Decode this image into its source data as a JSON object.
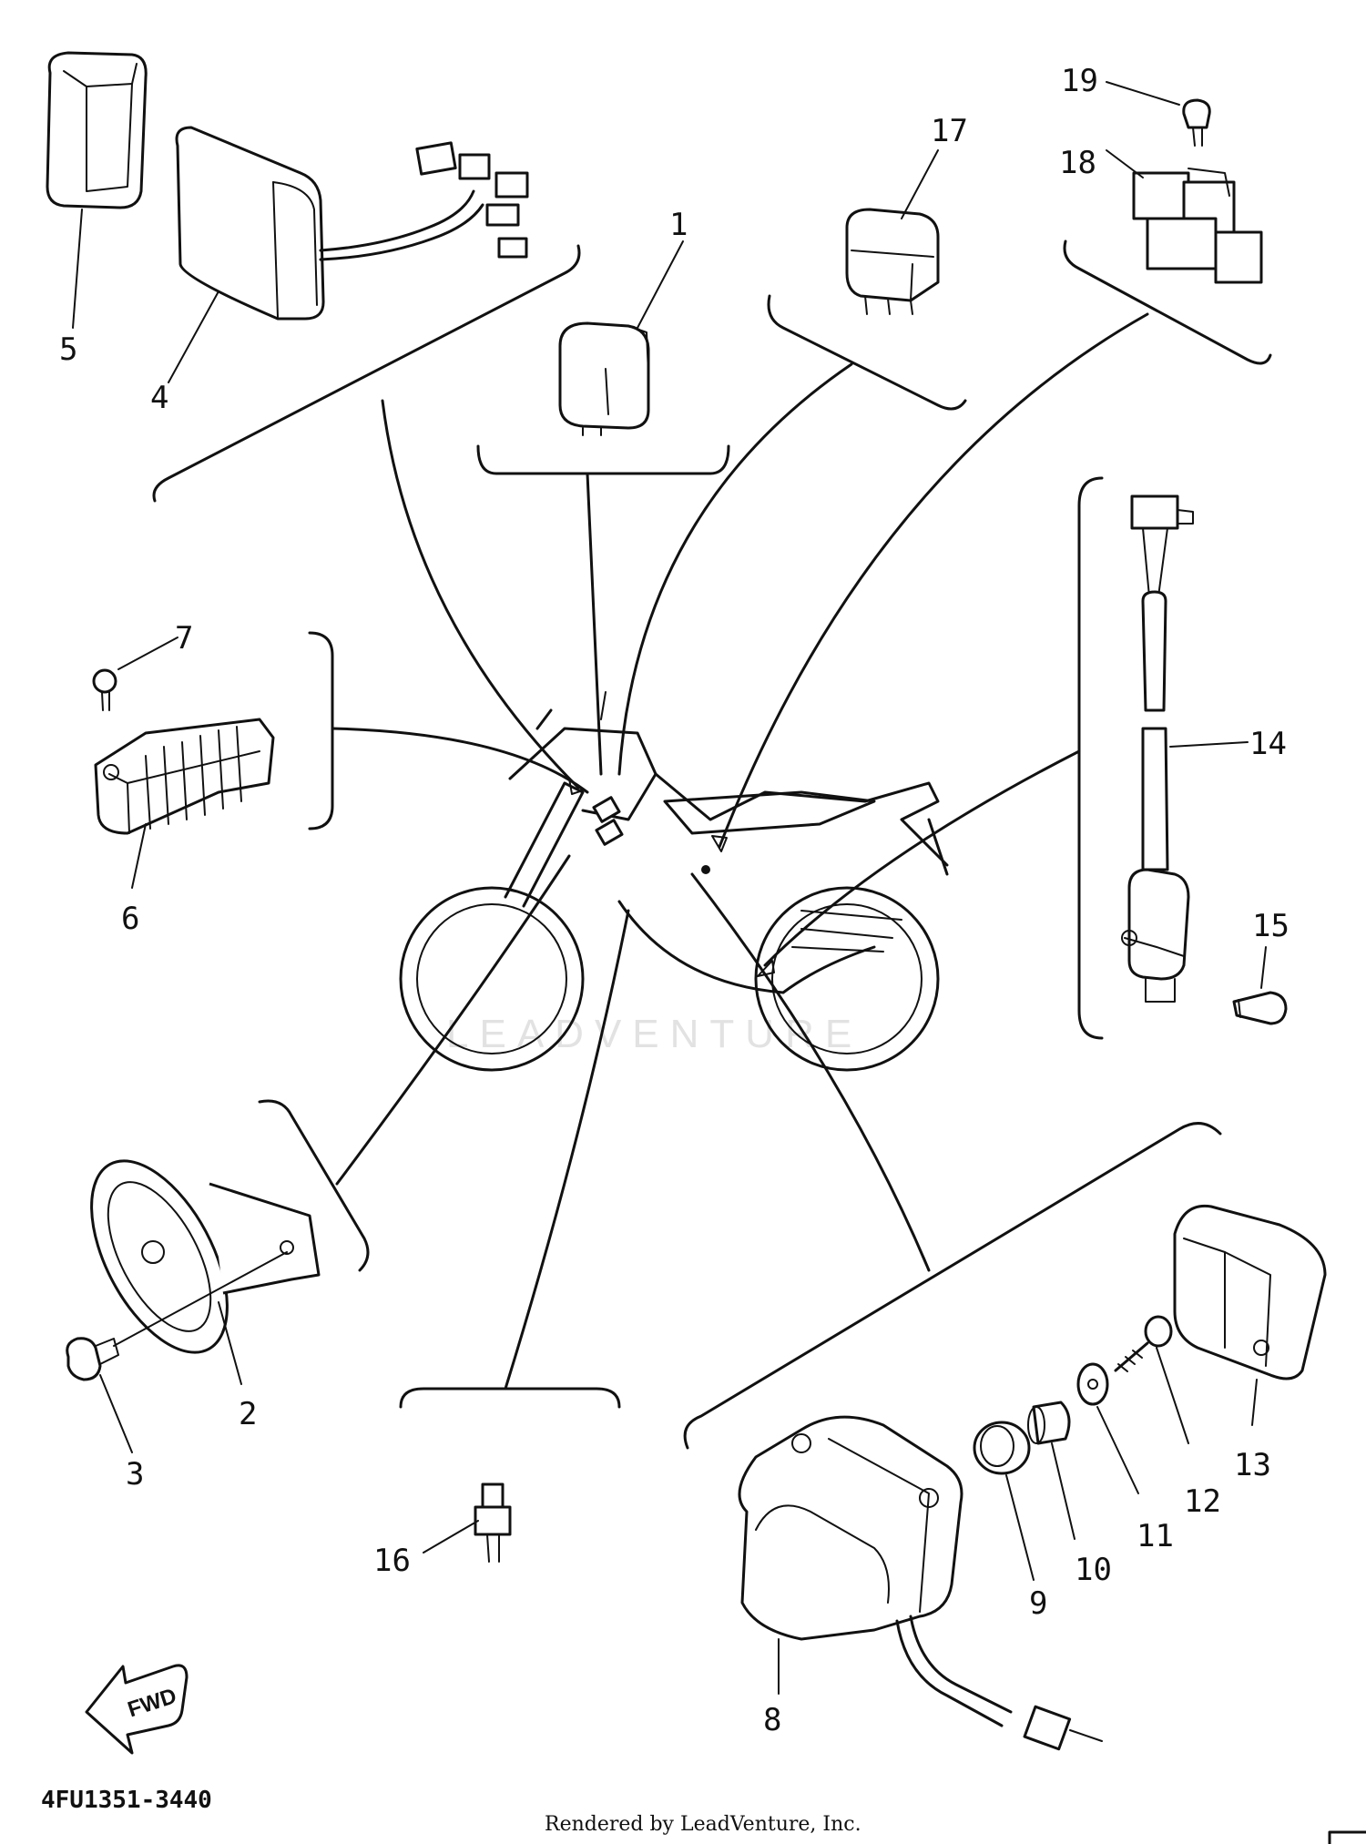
{
  "diagram": {
    "watermark": "LEADVENTURE",
    "part_code": "4FU1351-3440",
    "credit": "Rendered by LeadVenture, Inc.",
    "fwd_label": "FWD",
    "callouts": [
      {
        "id": "c1",
        "label": "1"
      },
      {
        "id": "c2",
        "label": "2"
      },
      {
        "id": "c3",
        "label": "3"
      },
      {
        "id": "c4",
        "label": "4"
      },
      {
        "id": "c5",
        "label": "5"
      },
      {
        "id": "c6",
        "label": "6"
      },
      {
        "id": "c7",
        "label": "7"
      },
      {
        "id": "c8",
        "label": "8"
      },
      {
        "id": "c9",
        "label": "9"
      },
      {
        "id": "c10",
        "label": "10"
      },
      {
        "id": "c11",
        "label": "11"
      },
      {
        "id": "c12",
        "label": "12"
      },
      {
        "id": "c13",
        "label": "13"
      },
      {
        "id": "c14",
        "label": "14"
      },
      {
        "id": "c15",
        "label": "15"
      },
      {
        "id": "c16",
        "label": "16"
      },
      {
        "id": "c17",
        "label": "17"
      },
      {
        "id": "c18",
        "label": "18"
      },
      {
        "id": "c19",
        "label": "19"
      }
    ]
  }
}
